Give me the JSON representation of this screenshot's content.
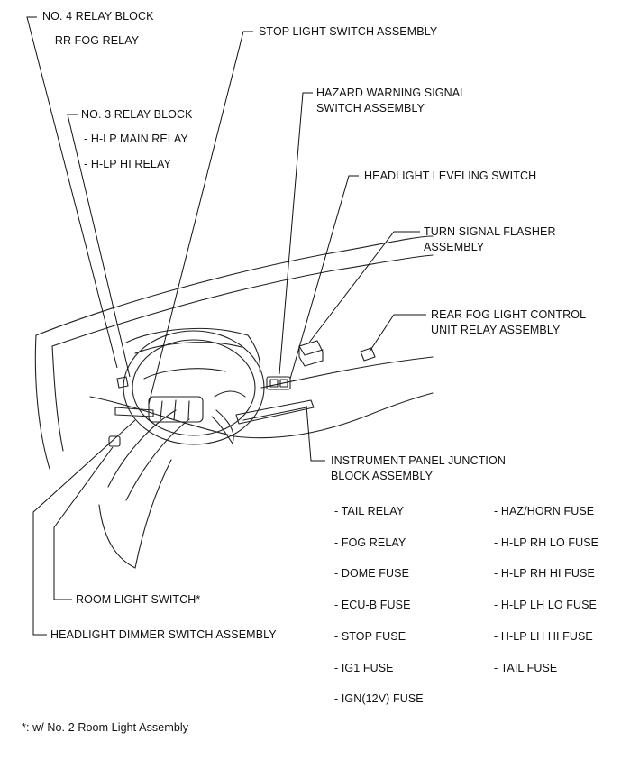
{
  "labels": {
    "relay4": "NO. 4 RELAY BLOCK",
    "rr_fog": "- RR FOG RELAY",
    "relay3": "NO. 3 RELAY BLOCK",
    "hlp_main": "- H-LP MAIN RELAY",
    "hlp_hi": "- H-LP HI RELAY",
    "stop_switch": "STOP LIGHT SWITCH ASSEMBLY",
    "hazard_1": "HAZARD WARNING SIGNAL",
    "hazard_2": "SWITCH ASSEMBLY",
    "leveling": "HEADLIGHT LEVELING  SWITCH",
    "flasher_1": "TURN SIGNAL FLASHER",
    "flasher_2": "ASSEMBLY",
    "rearfog_1": "REAR FOG LIGHT CONTROL",
    "rearfog_2": "UNIT RELAY ASSEMBLY",
    "junction_1": "INSTRUMENT PANEL JUNCTION",
    "junction_2": "BLOCK ASSEMBLY",
    "room_light": "ROOM LIGHT SWITCH*",
    "dimmer": "HEADLIGHT DIMMER SWITCH ASSEMBLY",
    "footnote": "*: w/ No. 2 Room Light Assembly"
  },
  "fuses_left": [
    "- TAIL RELAY",
    "- FOG RELAY",
    "- DOME FUSE",
    "- ECU-B FUSE",
    "- STOP FUSE",
    "- IG1 FUSE",
    "- IGN(12V) FUSE"
  ],
  "fuses_right": [
    "- HAZ/HORN FUSE",
    "- H-LP RH LO FUSE",
    "- H-LP RH HI FUSE",
    "- H-LP LH LO FUSE",
    "- H-LP LH HI FUSE",
    "- TAIL FUSE"
  ]
}
